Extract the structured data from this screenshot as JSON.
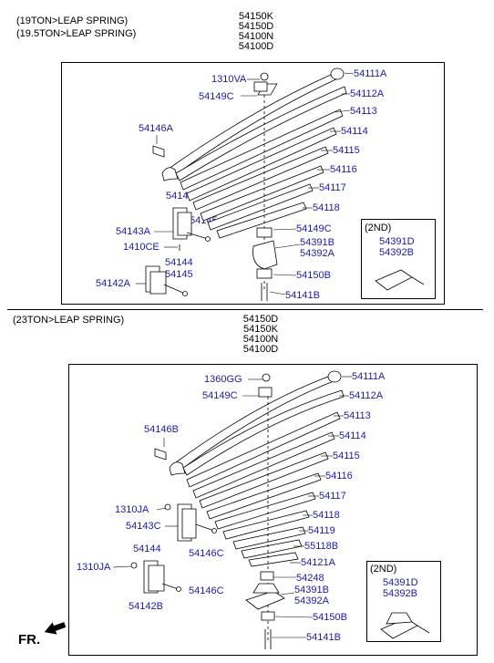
{
  "top": {
    "title_lines": [
      "(19TON>LEAP SPRING)",
      "(19.5TON>LEAP SPRING)"
    ],
    "assembly_codes": [
      "54150K",
      "54150D",
      "54100N",
      "54100D"
    ],
    "labels": {
      "l1310VA": "1310VA",
      "l54111A": "54111A",
      "l54149C": "54149C",
      "l54112A": "54112A",
      "l54113": "54113",
      "l54146A": "54146A",
      "l54114": "54114",
      "l54115": "54115",
      "l54116": "54116",
      "l54117": "54117",
      "l54144a": "54144",
      "l54118": "54118",
      "l54143A": "54143A",
      "l54145a": "54145",
      "l54149C2": "54149C",
      "l1410CE": "1410CE",
      "l54391B": "54391B",
      "l54392A": "54392A",
      "l54144b": "54144",
      "l54145b": "54145",
      "l54150B": "54150B",
      "l54142A": "54142A",
      "l54141B": "54141B"
    },
    "inset": {
      "title": "(2ND)",
      "codes": [
        "54391D",
        "54392B"
      ]
    }
  },
  "bottom": {
    "title": "(23TON>LEAP SPRING)",
    "assembly_codes": [
      "54150D",
      "54150K",
      "54100N",
      "54100D"
    ],
    "labels": {
      "l1360GG": "1360GG",
      "l54111A": "54111A",
      "l54149C": "54149C",
      "l54112A": "54112A",
      "l54113": "54113",
      "l54146B": "54146B",
      "l54114": "54114",
      "l54115": "54115",
      "l54116": "54116",
      "l54117": "54117",
      "l1310JAa": "1310JA",
      "l54118": "54118",
      "l54143C": "54143C",
      "l54119": "54119",
      "l54146Ca": "54146C",
      "l55118B": "55118B",
      "l54144": "54144",
      "l54121A": "54121A",
      "l1310JAb": "1310JA",
      "l54248": "54248",
      "l54391B": "54391B",
      "l54392A": "54392A",
      "l54146Cb": "54146C",
      "l54142B": "54142B",
      "l54150B": "54150B",
      "l54141B": "54141B"
    },
    "inset": {
      "title": "(2ND)",
      "codes": [
        "54391D",
        "54392B"
      ]
    }
  },
  "footer": {
    "fr_label": "FR."
  }
}
